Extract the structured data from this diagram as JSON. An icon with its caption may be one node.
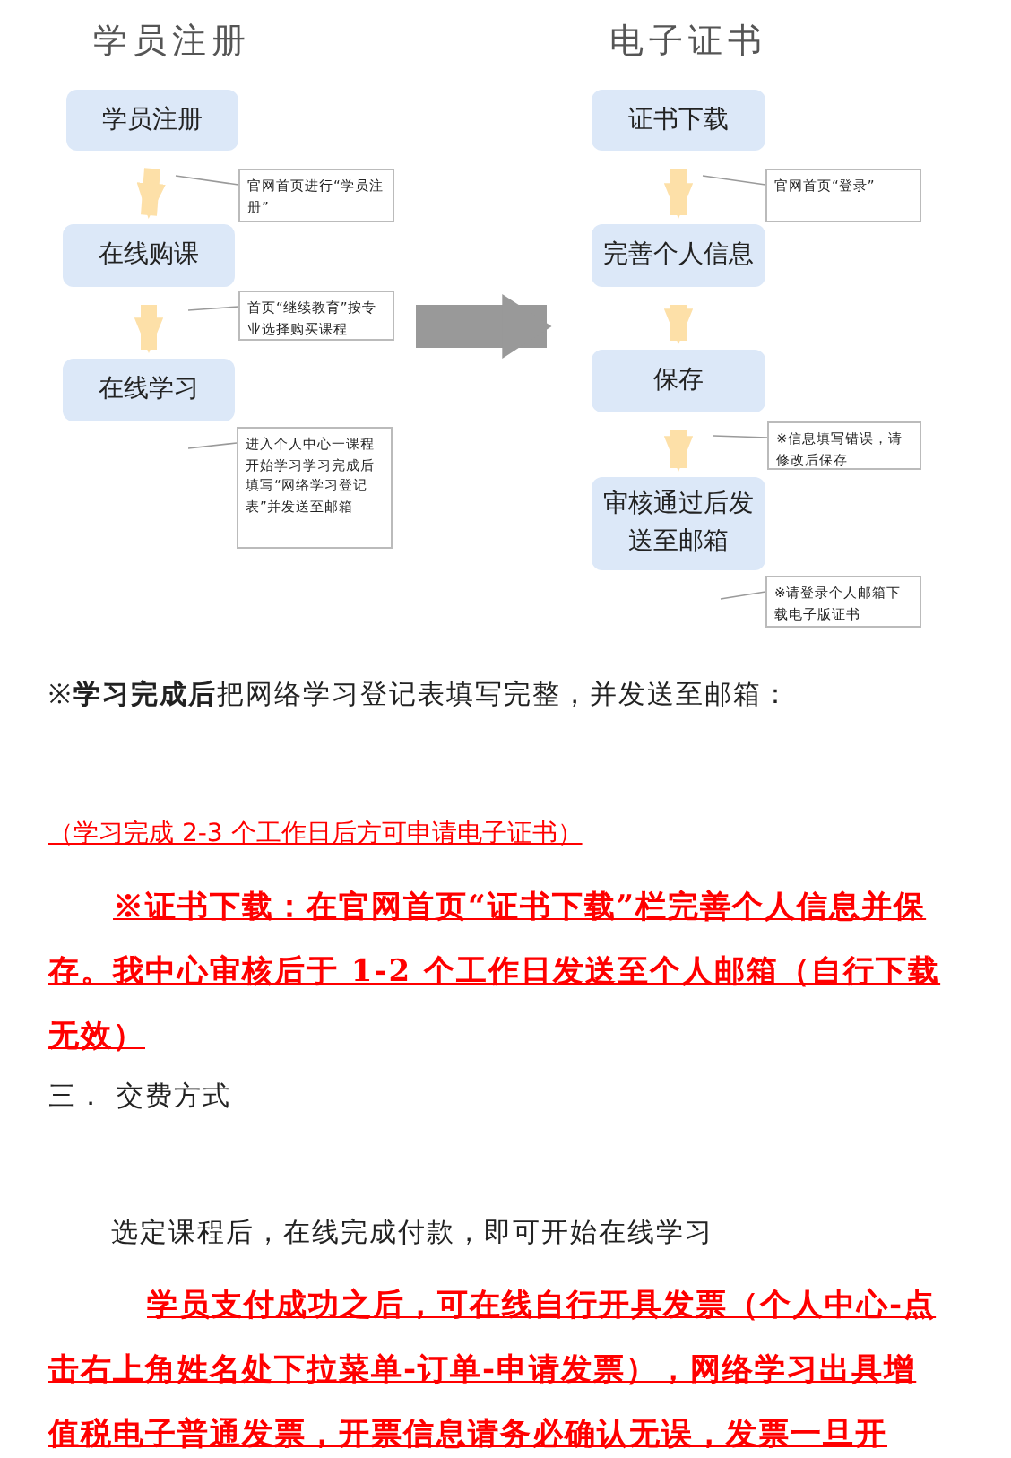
{
  "diagram": {
    "nodes": [
      {
        "text": [
          "学员注册"
        ]
      },
      {
        "text": [
          "学员注册"
        ],
        "in": 0
      },
      {
        "text": [
          "在线购课"
        ],
        "in": 0
      },
      {
        "text": [
          "在线学习"
        ],
        "in": 0
      },
      {
        "text": [
          "官网首页进行“学员注册”"
        ],
        "in": 0
      },
      {
        "text": [
          "首页“继续教育”按专业选择购买课程"
        ],
        "in": 0
      },
      {
        "text": [
          "进入个人中心一课程开始学习学习完成后填写“网络学习登记表”并发送至邮箱"
        ],
        "in": 0
      },
      {
        "text": [
          "电子证书"
        ]
      },
      {
        "text": [
          "证书下载"
        ],
        "in": 7
      },
      {
        "text": [
          "完善个人信息"
        ],
        "in": 7
      },
      {
        "text": [
          "保存"
        ],
        "in": 7
      },
      {
        "text": [
          "审核通过后发送至邮箱"
        ],
        "in": 7
      },
      {
        "text": [
          "官网首页“登录”"
        ],
        "in": 7
      },
      {
        "text": [
          "※信息填写错误，请修改后保存"
        ],
        "in": 7
      },
      {
        "text": [
          "※请登录个人邮箱下载电子版证书"
        ],
        "in": 7
      }
    ],
    "edges": [
      {
        "from": 1,
        "to": 2,
        "arrow": "to",
        "style": "thick",
        "color": "#fde0a8"
      },
      {
        "from": 2,
        "to": 3,
        "arrow": "to",
        "style": "thick",
        "color": "#fde0a8"
      },
      {
        "from": 8,
        "to": 9,
        "arrow": "to",
        "style": "thick",
        "color": "#fde0a8"
      },
      {
        "from": 9,
        "to": 10,
        "arrow": "to",
        "style": "thick",
        "color": "#fde0a8"
      },
      {
        "from": 10,
        "to": 11,
        "arrow": "to",
        "style": "thick",
        "color": "#fde0a8"
      },
      {
        "from": 0,
        "to": 7,
        "arrow": "to",
        "style": "thick",
        "color": "#999999"
      },
      {
        "from": 4,
        "to": null,
        "arrow": "none"
      },
      {
        "from": 5,
        "to": null,
        "arrow": "none"
      },
      {
        "from": 6,
        "to": null,
        "arrow": "none"
      },
      {
        "from": 12,
        "to": null,
        "arrow": "none"
      },
      {
        "from": 13,
        "to": null,
        "arrow": "none"
      },
      {
        "from": 14,
        "to": null,
        "arrow": "none"
      }
    ],
    "labels": [
      "※**学习完成后**把网络学习登记表填写完整，并发送至邮箱：",
      "（学习完成 2-3 个工作日后方可申请电子证书）",
      "※证书下载：在官网首页“证书下载”栏完善个人信息并保存。我中心审核后于 1-2 个工作日发送至个人邮箱（自行下载无效）",
      "三．  交费方式",
      "选定课程后，在线完成付款，即可开始在线学习",
      "学员支付成功之后，可在线自行开具发票（个人中心-点击右上角姓名处下拉菜单-订单-申请发票），网络学习出具增值税电子普通发票，开票信息请务必确认无误，发票一旦开具，"
    ]
  }
}
